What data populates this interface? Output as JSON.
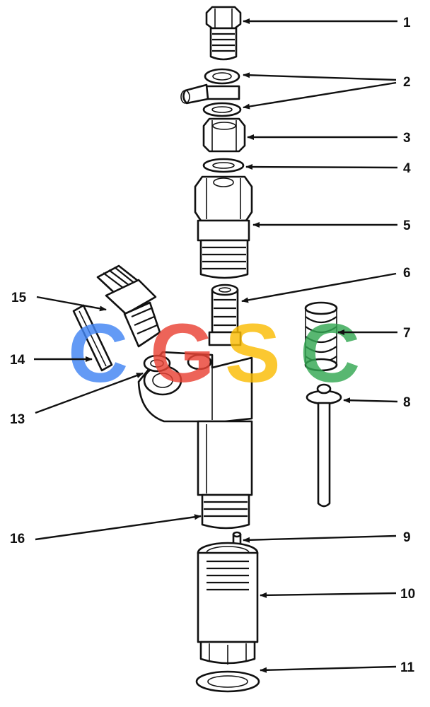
{
  "callouts": {
    "c1": "1",
    "c2": "2",
    "c3": "3",
    "c4": "4",
    "c5": "5",
    "c6": "6",
    "c7": "7",
    "c8": "8",
    "c9": "9",
    "c10": "10",
    "c11": "11",
    "c13": "13",
    "c14": "14",
    "c15": "15",
    "c16": "16"
  },
  "watermark": {
    "letters": [
      "C",
      "G",
      "S",
      "C"
    ],
    "colors": [
      "#4285F4",
      "#EA4335",
      "#FBBC05",
      "#34A853"
    ]
  },
  "colors": {
    "ink": "#111111",
    "background": "#ffffff"
  }
}
